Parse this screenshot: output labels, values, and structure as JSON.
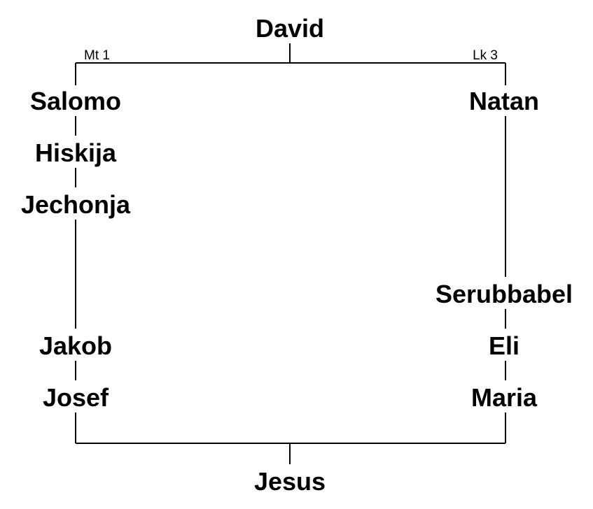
{
  "top_ancestor": "David",
  "descendant": "Jesus",
  "left_branch": {
    "source": "Mt 1",
    "names": [
      "Salomo",
      "Hiskija",
      "Jechonja",
      "Jakob",
      "Josef"
    ]
  },
  "right_branch": {
    "source": "Lk 3",
    "names": [
      "Natan",
      "Serubbabel",
      "Eli",
      "Maria"
    ]
  },
  "colors": {
    "line": "#000000",
    "text": "#000000",
    "background": "#ffffff"
  }
}
